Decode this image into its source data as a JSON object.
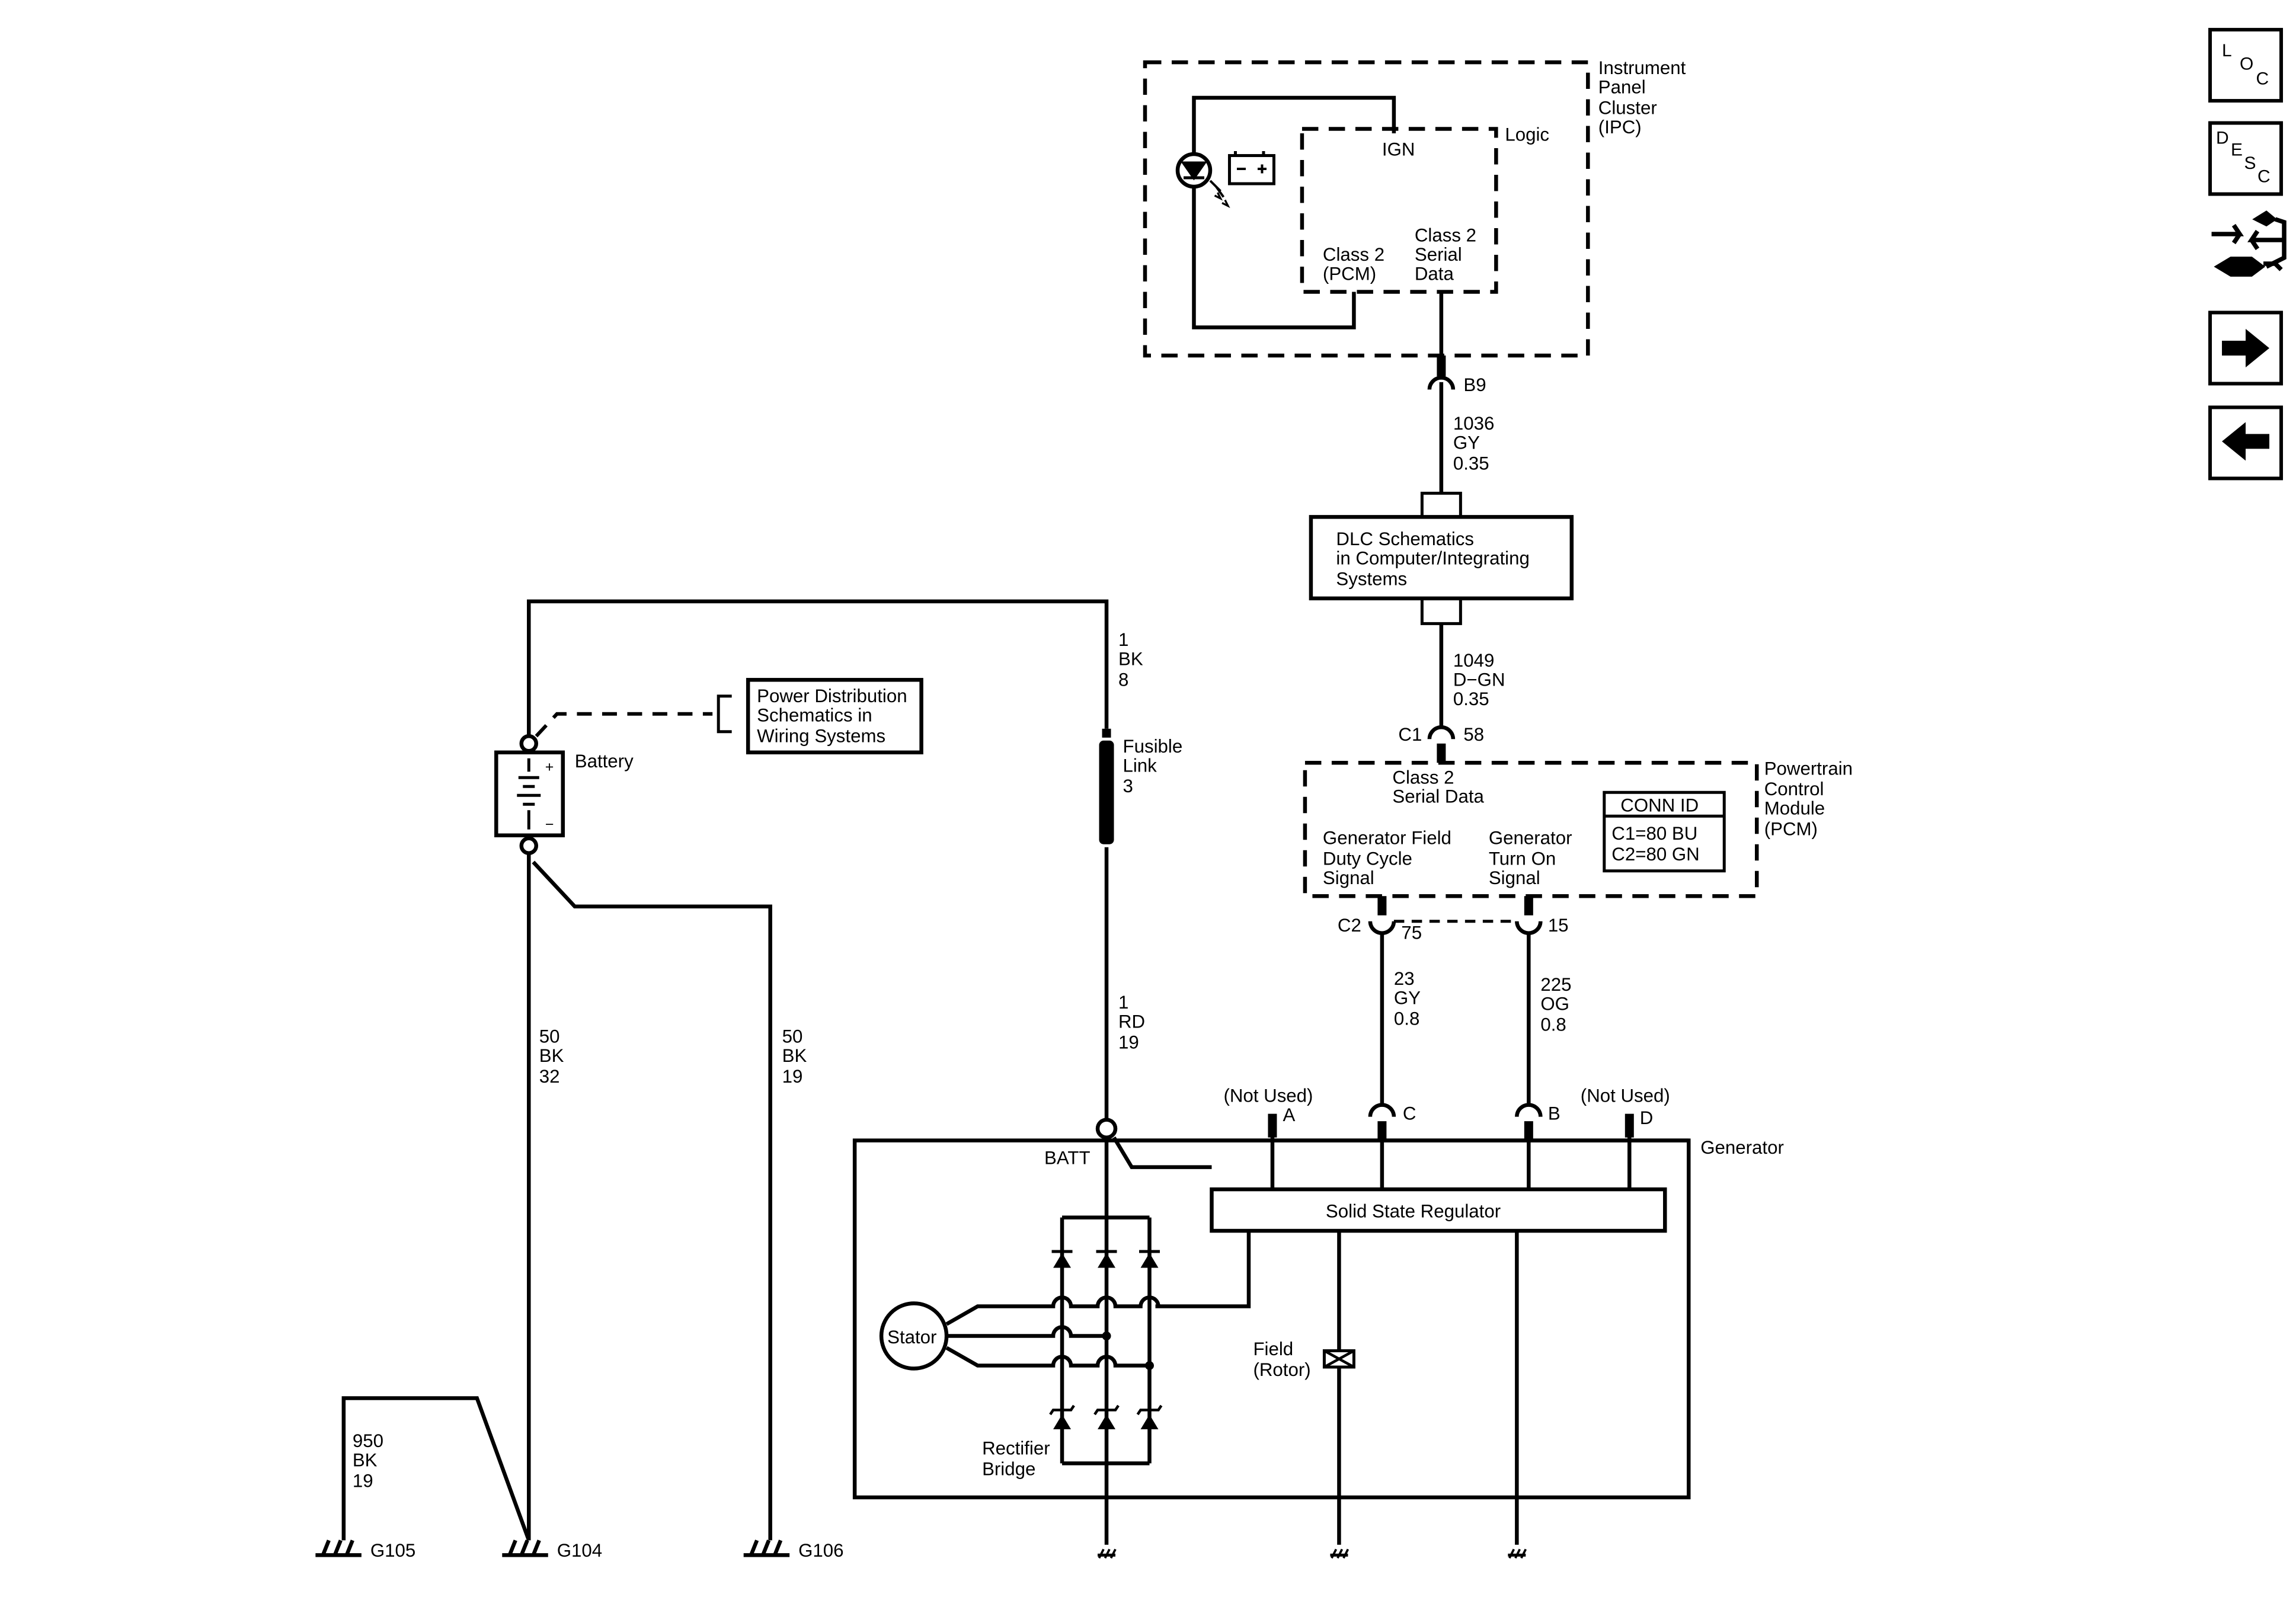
{
  "ipc": {
    "title": [
      "Instrument",
      "Panel",
      "Cluster",
      "(IPC)"
    ],
    "logic": "Logic",
    "ign": "IGN",
    "class2_pcm": [
      "Class 2",
      "(PCM)"
    ],
    "class2_serial": [
      "Class 2",
      "Serial",
      "Data"
    ]
  },
  "connector_b9": "B9",
  "wire_1036": [
    "1036",
    "GY",
    "0.35"
  ],
  "dlc_box": [
    "DLC Schematics",
    "in Computer/Integrating",
    "Systems"
  ],
  "wire_1049": [
    "1049",
    "D−GN",
    "0.35"
  ],
  "pcm_c1_label": "C1",
  "pcm_c1_pin": "58",
  "pcm": {
    "title": [
      "Powertrain",
      "Control",
      "Module",
      "(PCM)"
    ],
    "class2": [
      "Class 2",
      "Serial Data"
    ],
    "gen_field": [
      "Generator Field",
      "Duty Cycle",
      "Signal"
    ],
    "gen_turn_on": [
      "Generator",
      "Turn On",
      "Signal"
    ],
    "conn_id_title": "CONN ID",
    "conn_id_lines": [
      "C1=80 BU",
      "C2=80 GN"
    ]
  },
  "pcm_c2_label": "C2",
  "pcm_pin_75": "75",
  "pcm_pin_15": "15",
  "wire_23": [
    "23",
    "GY",
    "0.8"
  ],
  "wire_225": [
    "225",
    "OG",
    "0.8"
  ],
  "power_distribution_box": [
    "Power Distribution",
    "Schematics in",
    "Wiring Systems"
  ],
  "battery_label": "Battery",
  "battery_plus": "+",
  "battery_minus": "−",
  "wire_1bk8": [
    "1",
    "BK",
    "8"
  ],
  "fusible_link": [
    "Fusible",
    "Link",
    "3"
  ],
  "wire_1rd19": [
    "1",
    "RD",
    "19"
  ],
  "wire_50bk32": [
    "50",
    "BK",
    "32"
  ],
  "wire_50bk19": [
    "50",
    "BK",
    "19"
  ],
  "wire_950bk19": [
    "950",
    "BK",
    "19"
  ],
  "grounds": [
    "G105",
    "G104",
    "G106"
  ],
  "generator": {
    "title": "Generator",
    "batt": "BATT",
    "regulator": "Solid State Regulator",
    "stator": "Stator",
    "field": [
      "Field",
      "(Rotor)"
    ],
    "rectifier": [
      "Rectifier",
      "Bridge"
    ],
    "not_used_a": "(Not Used)",
    "not_used_d": "(Not Used)",
    "terminal_a": "A",
    "terminal_b": "B",
    "terminal_c": "C",
    "terminal_d": "D"
  },
  "nav": {
    "loc": [
      "L",
      "O",
      "C"
    ],
    "desc": [
      "D",
      "E",
      "S",
      "C"
    ],
    "icons": [
      "location-icon",
      "description-icon",
      "connector-service-icon",
      "next-arrow-icon",
      "previous-arrow-icon"
    ]
  }
}
